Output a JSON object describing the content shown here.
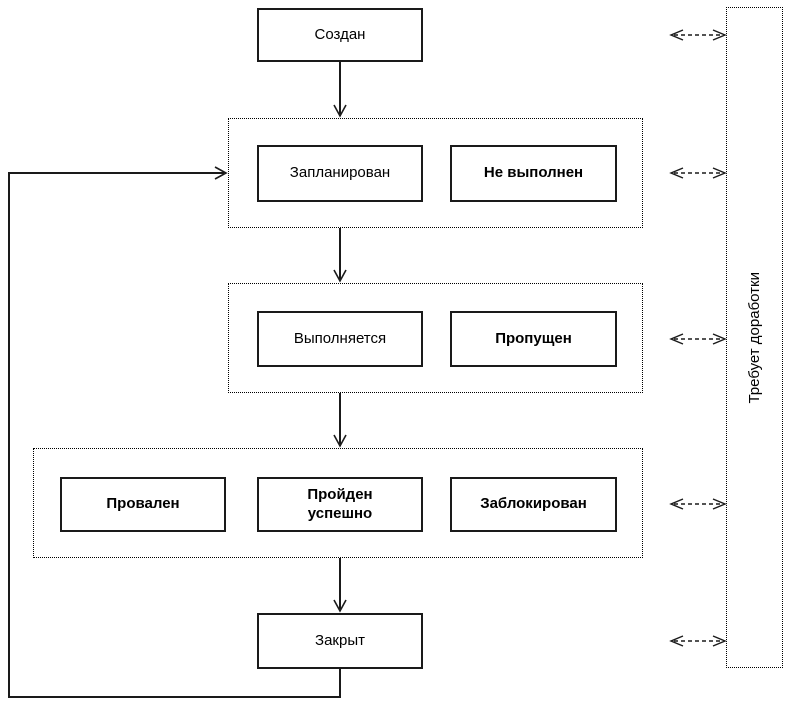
{
  "diagram": {
    "background_color": "#ffffff",
    "line_color": "#000000",
    "text_color": "#000000",
    "nodes": {
      "created": "Создан",
      "planned": "Запланирован",
      "not_executed": "Не выполнен",
      "in_progress": "Выполняется",
      "skipped": "Пропущен",
      "failed": "Провален",
      "passed": "Пройден успешно",
      "blocked": "Заблокирован",
      "closed": "Закрыт",
      "rework": "Требует доработки"
    }
  }
}
